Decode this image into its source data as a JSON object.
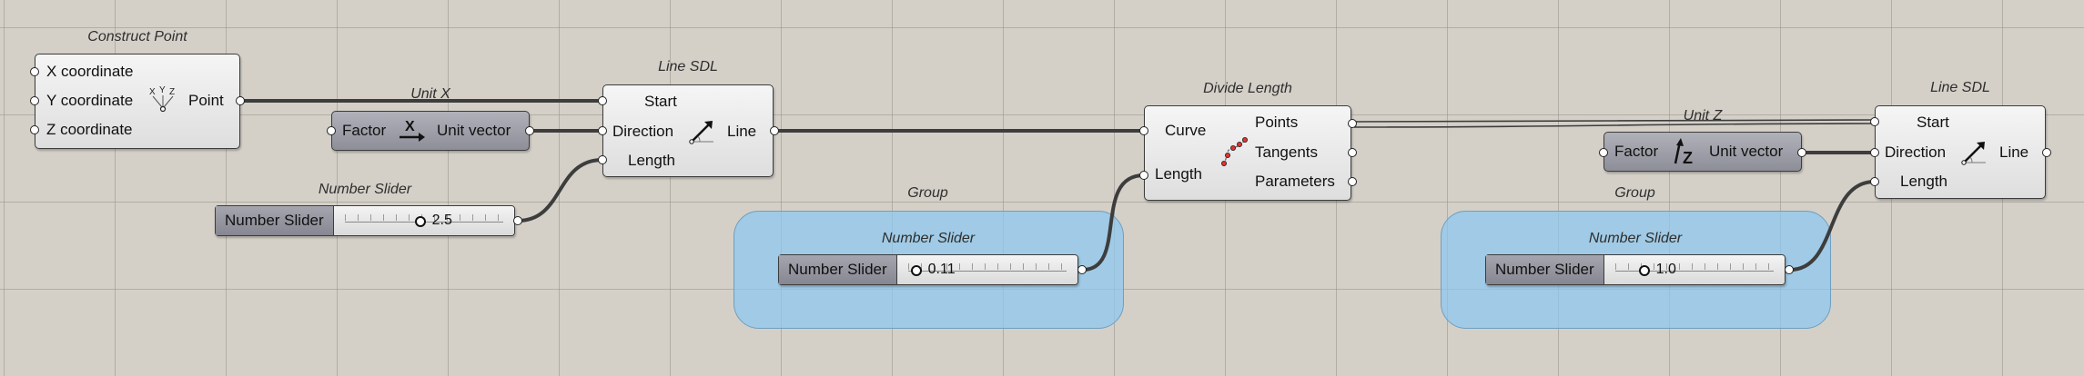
{
  "canvas": {
    "background": "#d4d0c8",
    "group_color": "#8cc8f0"
  },
  "construct_point": {
    "title": "Construct Point",
    "inputs": [
      "X coordinate",
      "Y coordinate",
      "Z coordinate"
    ],
    "output": "Point",
    "icon": "xyz-point-icon"
  },
  "unit_x": {
    "title": "Unit X",
    "input": "Factor",
    "output": "Unit vector",
    "icon": "unit-x-icon"
  },
  "line_sdl_1": {
    "title": "Line SDL",
    "inputs": [
      "Start",
      "Direction",
      "Length"
    ],
    "output": "Line",
    "icon": "line-sdl-icon"
  },
  "slider_1": {
    "title": "Number Slider",
    "name": "Number Slider",
    "value": "2.5"
  },
  "group_1": {
    "title": "Group"
  },
  "slider_2": {
    "title": "Number Slider",
    "name": "Number Slider",
    "value": "0.11"
  },
  "divide_length": {
    "title": "Divide Length",
    "inputs": [
      "Curve",
      "Length"
    ],
    "outputs": [
      "Points",
      "Tangents",
      "Parameters"
    ],
    "icon": "divide-length-icon"
  },
  "unit_z": {
    "title": "Unit Z",
    "input": "Factor",
    "output": "Unit vector",
    "icon": "unit-z-icon"
  },
  "group_2": {
    "title": "Group"
  },
  "slider_3": {
    "title": "Number Slider",
    "name": "Number Slider",
    "value": "1.0"
  },
  "line_sdl_2": {
    "title": "Line SDL",
    "inputs": [
      "Start",
      "Direction",
      "Length"
    ],
    "output": "Line",
    "icon": "line-sdl-icon"
  }
}
